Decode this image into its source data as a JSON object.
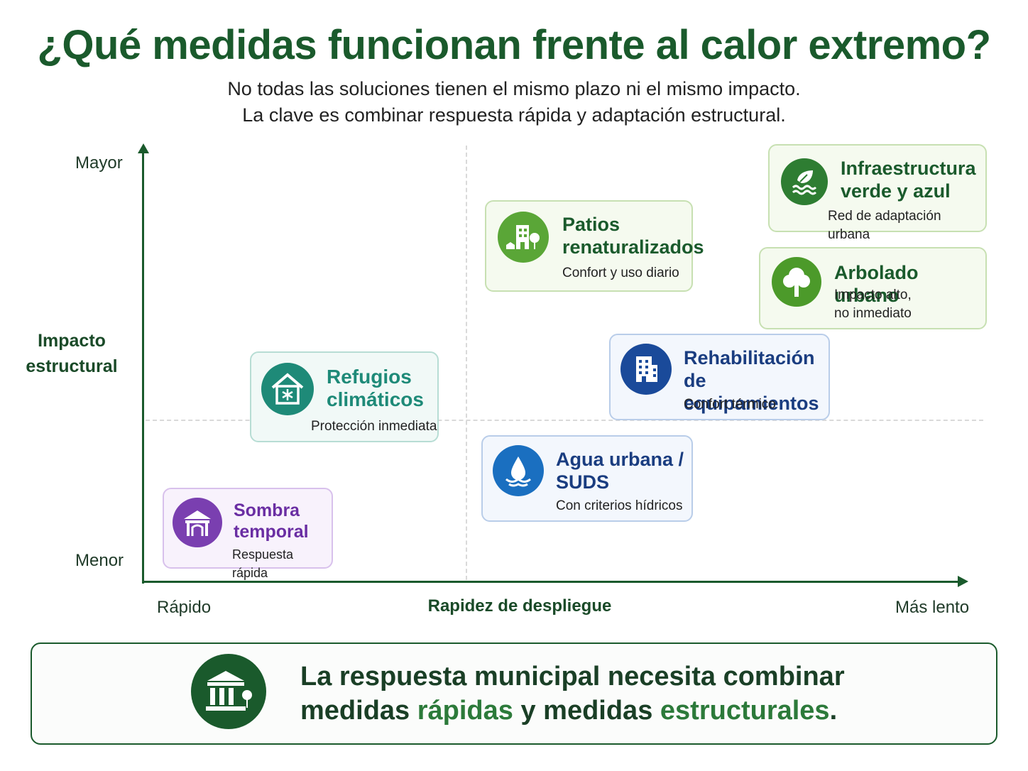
{
  "header": {
    "title": "¿Qué medidas funcionan frente al calor extremo?",
    "subtitle_line1": "No todas las soluciones tienen el mismo plazo ni el mismo impacto.",
    "subtitle_line2": "La clave es combinar respuesta rápida y adaptación estructural."
  },
  "axes": {
    "y_high": "Mayor",
    "y_low": "Menor",
    "y_title_line1": "Impacto",
    "y_title_line2": "estructural",
    "x_low": "Rápido",
    "x_title": "Rapidez de despliegue",
    "x_high": "Más lento"
  },
  "cards": {
    "infra": {
      "title_line1": "Infraestructura",
      "title_line2": "verde y azul",
      "desc": "Red de adaptación urbana",
      "icon": "leaf-water-icon",
      "color": "#2e7d32"
    },
    "patios": {
      "title_line1": "Patios",
      "title_line2": "renaturalizados",
      "desc": "Confort y uso diario",
      "icon": "school-tree-icon",
      "color": "#5aa637"
    },
    "arbolado": {
      "title": "Arbolado urbano",
      "desc_line1": "Impacto alto,",
      "desc_line2": "no inmediato",
      "icon": "tree-icon",
      "color": "#4c9a2a"
    },
    "refugios": {
      "title_line1": "Refugios",
      "title_line2": "climáticos",
      "desc": "Protección inmediata",
      "icon": "house-snowflake-icon",
      "color": "#1e8a78"
    },
    "rehab": {
      "title_line1": "Rehabilitación de",
      "title_line2": "equipamientos",
      "desc": "Confort térmico",
      "icon": "building-icon",
      "color": "#1a4a9a"
    },
    "agua": {
      "title_line1": "Agua urbana /",
      "title_line2": "SUDS",
      "desc": "Con criterios hídricos",
      "icon": "water-drop-icon",
      "color": "#1a6fc0"
    },
    "sombra": {
      "title_line1": "Sombra",
      "title_line2": "temporal",
      "desc": "Respuesta rápida",
      "icon": "tent-icon",
      "color": "#7a3fb0"
    }
  },
  "footer": {
    "line1": "La respuesta municipal necesita combinar",
    "line2_a": "medidas ",
    "line2_b": "rápidas",
    "line2_c": " y medidas ",
    "line2_d": "estructurales",
    "line2_e": ".",
    "icon": "city-hall-icon"
  }
}
